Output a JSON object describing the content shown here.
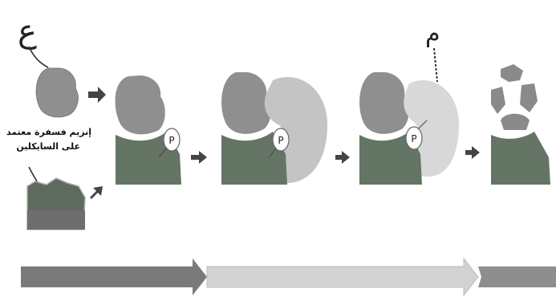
{
  "labels": {
    "letter_a": "ع",
    "letter_b": "م",
    "enzyme_caption_line1": "إنزيم فسفرة معتمد",
    "enzyme_caption_line2": "على السايكلين",
    "phosphate": "P"
  },
  "colors": {
    "dark_gray": "#7e7e7e",
    "medium_gray": "#969696",
    "dark_green": "#5f7a5f",
    "light_gray": "#c8c8c8",
    "very_light_gray": "#d9d9d9",
    "arrow_dark": "#555555"
  }
}
